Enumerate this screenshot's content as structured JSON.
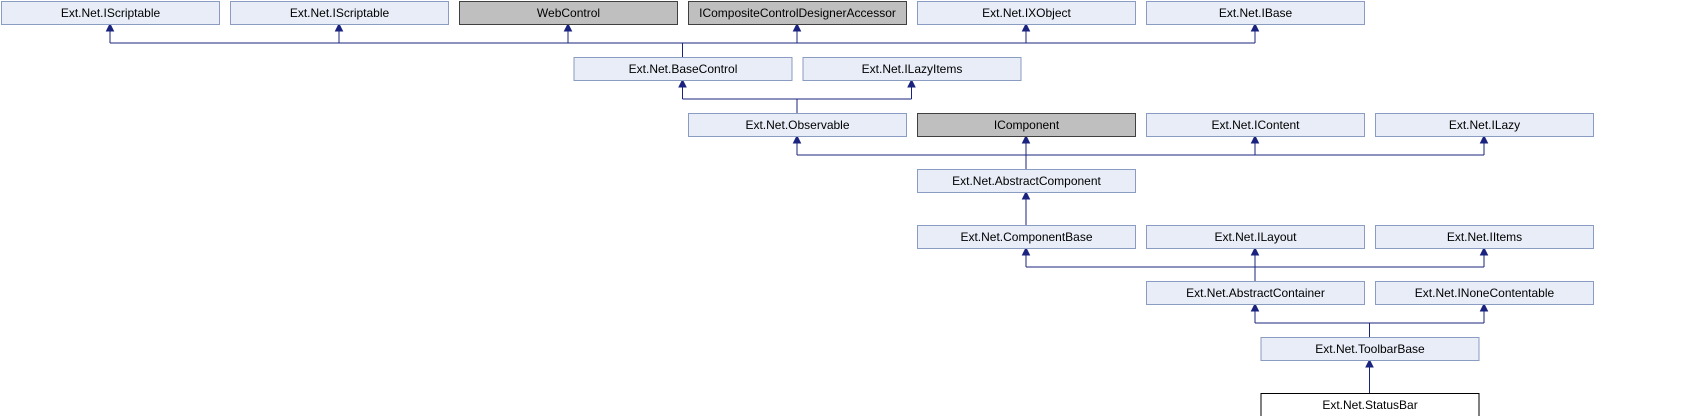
{
  "colors": {
    "node_fill": "#e8edf7",
    "node_border": "#8a9cc2",
    "external_fill": "#bfbfbf",
    "external_border": "#404040",
    "focus_fill": "#ffffff",
    "focus_border": "#000000",
    "edge": "#1a237e"
  },
  "nodes": [
    {
      "id": "iscriptable1",
      "label": "Ext.Net.IScriptable",
      "kind": "normal"
    },
    {
      "id": "iscriptable2",
      "label": "Ext.Net.IScriptable",
      "kind": "normal"
    },
    {
      "id": "webcontrol",
      "label": "WebControl",
      "kind": "external"
    },
    {
      "id": "icompositecontroldesigneraccessor",
      "label": "ICompositeControlDesignerAccessor",
      "kind": "external"
    },
    {
      "id": "ixobject",
      "label": "Ext.Net.IXObject",
      "kind": "normal"
    },
    {
      "id": "ibase",
      "label": "Ext.Net.IBase",
      "kind": "normal"
    },
    {
      "id": "basecontrol",
      "label": "Ext.Net.BaseControl",
      "kind": "normal"
    },
    {
      "id": "ilazyitems",
      "label": "Ext.Net.ILazyItems",
      "kind": "normal"
    },
    {
      "id": "observable",
      "label": "Ext.Net.Observable",
      "kind": "normal"
    },
    {
      "id": "icomponent",
      "label": "IComponent",
      "kind": "external"
    },
    {
      "id": "icontent",
      "label": "Ext.Net.IContent",
      "kind": "normal"
    },
    {
      "id": "ilazy",
      "label": "Ext.Net.ILazy",
      "kind": "normal"
    },
    {
      "id": "abstractcomponent",
      "label": "Ext.Net.AbstractComponent",
      "kind": "normal"
    },
    {
      "id": "componentbase",
      "label": "Ext.Net.ComponentBase",
      "kind": "normal"
    },
    {
      "id": "ilayout",
      "label": "Ext.Net.ILayout",
      "kind": "normal"
    },
    {
      "id": "iitems",
      "label": "Ext.Net.IItems",
      "kind": "normal"
    },
    {
      "id": "abstractcontainer",
      "label": "Ext.Net.AbstractContainer",
      "kind": "normal"
    },
    {
      "id": "inonecontentable",
      "label": "Ext.Net.INoneContentable",
      "kind": "normal"
    },
    {
      "id": "toolbarbase",
      "label": "Ext.Net.ToolbarBase",
      "kind": "normal"
    },
    {
      "id": "statusbar",
      "label": "Ext.Net.StatusBar",
      "kind": "focus"
    }
  ],
  "edges": [
    {
      "child": "basecontrol",
      "parents": [
        "iscriptable1",
        "iscriptable2",
        "webcontrol",
        "icompositecontroldesigneraccessor",
        "ixobject",
        "ibase"
      ]
    },
    {
      "child": "observable",
      "parents": [
        "basecontrol",
        "ilazyitems"
      ]
    },
    {
      "child": "abstractcomponent",
      "parents": [
        "observable",
        "icomponent",
        "icontent",
        "ilazy"
      ]
    },
    {
      "child": "componentbase",
      "parents": [
        "abstractcomponent"
      ]
    },
    {
      "child": "abstractcontainer",
      "parents": [
        "componentbase",
        "ilayout",
        "iitems"
      ]
    },
    {
      "child": "toolbarbase",
      "parents": [
        "abstractcontainer",
        "inonecontentable"
      ]
    },
    {
      "child": "statusbar",
      "parents": [
        "toolbarbase"
      ]
    }
  ]
}
